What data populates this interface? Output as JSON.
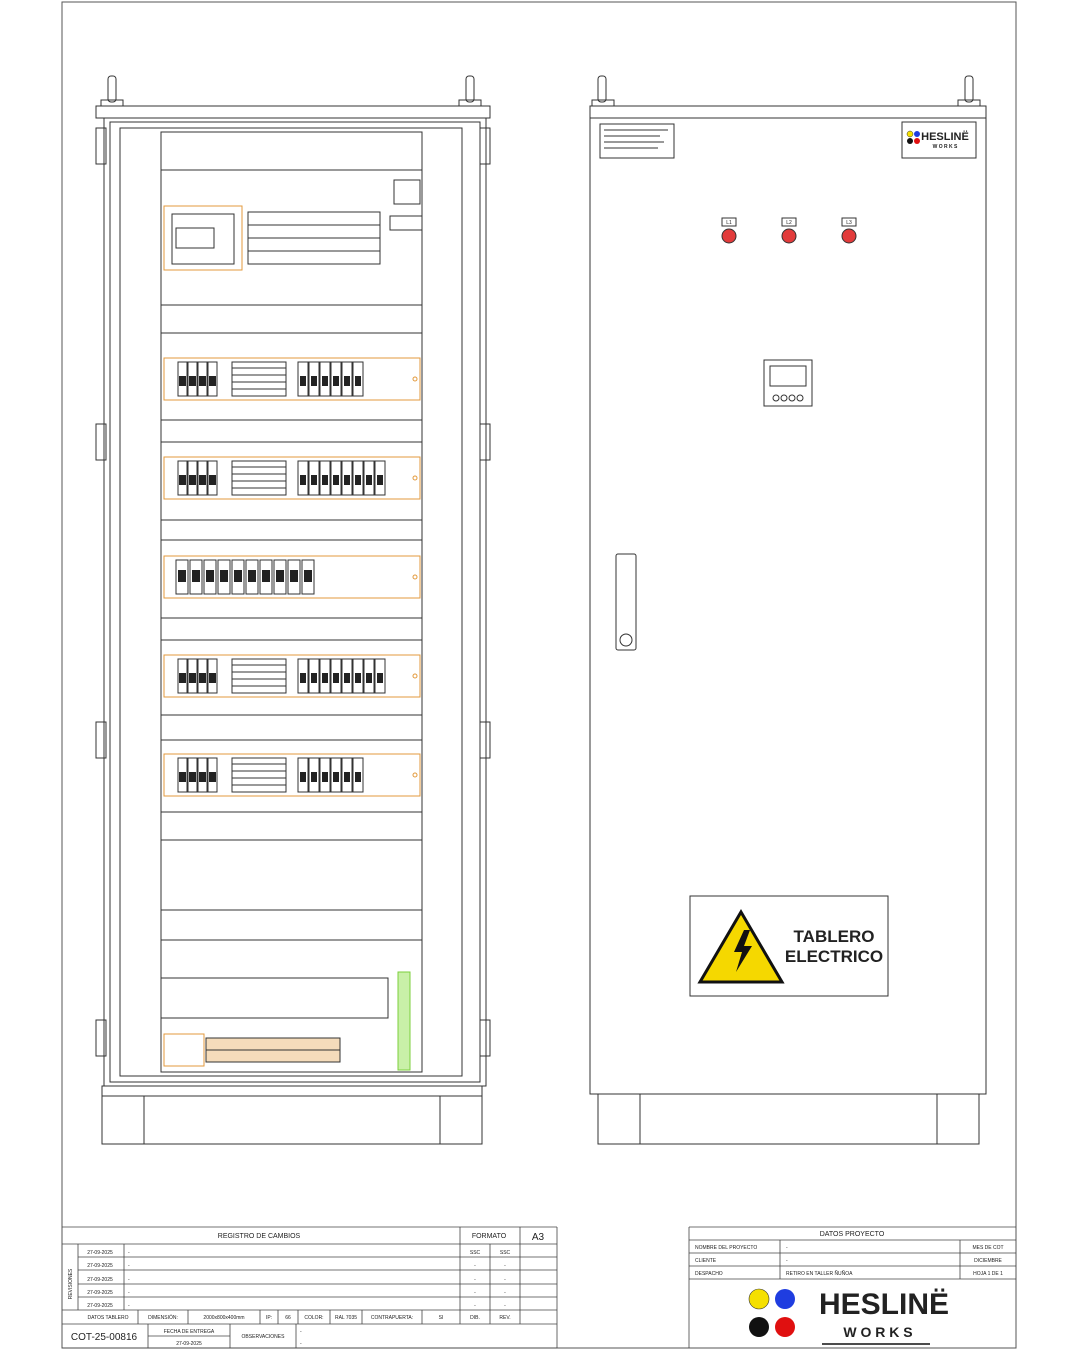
{
  "colors": {
    "line": "#333333",
    "orange": "#e39a3c",
    "warning_yellow": "#f5d800",
    "green": "#7ccf3c",
    "red_light": "#e23b3b"
  },
  "front_panel": {
    "phase_labels": [
      "L1",
      "L2",
      "L3"
    ],
    "sign_text_line1": "TABLERO",
    "sign_text_line2": "ELECTRICO"
  },
  "logo": {
    "name": "HESLINË",
    "sub": "W O R K S",
    "dot_colors": [
      "#f5e000",
      "#1f3de0",
      "#111111",
      "#e01010"
    ]
  },
  "revisions": {
    "title": "REGISTRO DE CAMBIOS",
    "side_label": "REVISIONES",
    "formato_label": "FORMATO",
    "formato_value": "A3",
    "rows": [
      {
        "date": "27-09-2025",
        "desc": "-",
        "dib": "SSC",
        "rev": "SSC"
      },
      {
        "date": "27-09-2025",
        "desc": "-",
        "dib": "-",
        "rev": "-"
      },
      {
        "date": "27-09-2025",
        "desc": "-",
        "dib": "-",
        "rev": "-"
      },
      {
        "date": "27-09-2025",
        "desc": "-",
        "dib": "-",
        "rev": "-"
      },
      {
        "date": "27-09-2025",
        "desc": "-",
        "dib": "-",
        "rev": "-"
      }
    ],
    "datos_tablero_label": "DATOS TABLERO",
    "dimension_label": "DIMENSIÓN:",
    "dimension_value": "2000x800x400mm",
    "ip_label": "IP:",
    "ip_value": "66",
    "color_label": "COLOR:",
    "color_value": "RAL 7035",
    "contrapuerta_label": "CONTRAPUERTA:",
    "contrapuerta_value": "SI",
    "dib_label": "DIB.",
    "rev_label": "REV.",
    "code": "COT-25-00816",
    "fecha_entrega_label": "FECHA DE ENTREGA",
    "fecha_entrega_value": "27-09-2025",
    "observaciones_label": "OBSERVACIONES",
    "observaciones_lines": [
      "-",
      "-"
    ]
  },
  "project": {
    "title": "DATOS PROYECTO",
    "rows": [
      {
        "label": "NOMBRE DEL PROYECTO",
        "value": "-",
        "right": "MES DE COT"
      },
      {
        "label": "CLIENTE",
        "value": "-",
        "right": "DICIEMBRE"
      },
      {
        "label": "DESPACHO",
        "value": "RETIRO EN TALLER ÑUÑOA",
        "right": "HOJA 1 DE 1"
      }
    ]
  }
}
